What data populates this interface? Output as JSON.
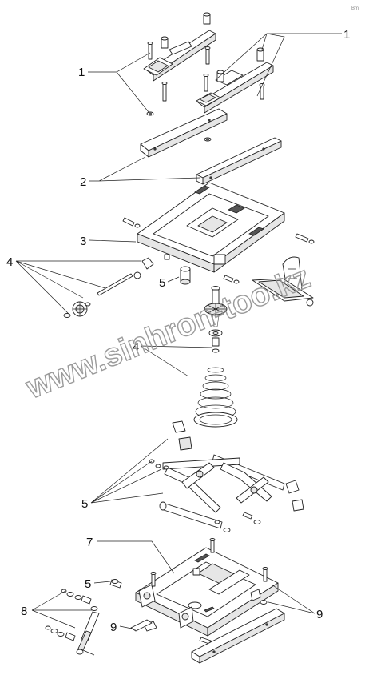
{
  "callouts": {
    "c1_left": "1",
    "c1_right": "1",
    "c2": "2",
    "c3": "3",
    "c4_left": "4",
    "c5_mid": "5",
    "c4_center": "4",
    "c5_scissor": "5",
    "c7": "7",
    "c5_base": "5",
    "c8": "8",
    "c9_left": "9",
    "c9_right": "9"
  },
  "watermark": "www.sinhron-too.kz",
  "corner_mark": "Bm"
}
